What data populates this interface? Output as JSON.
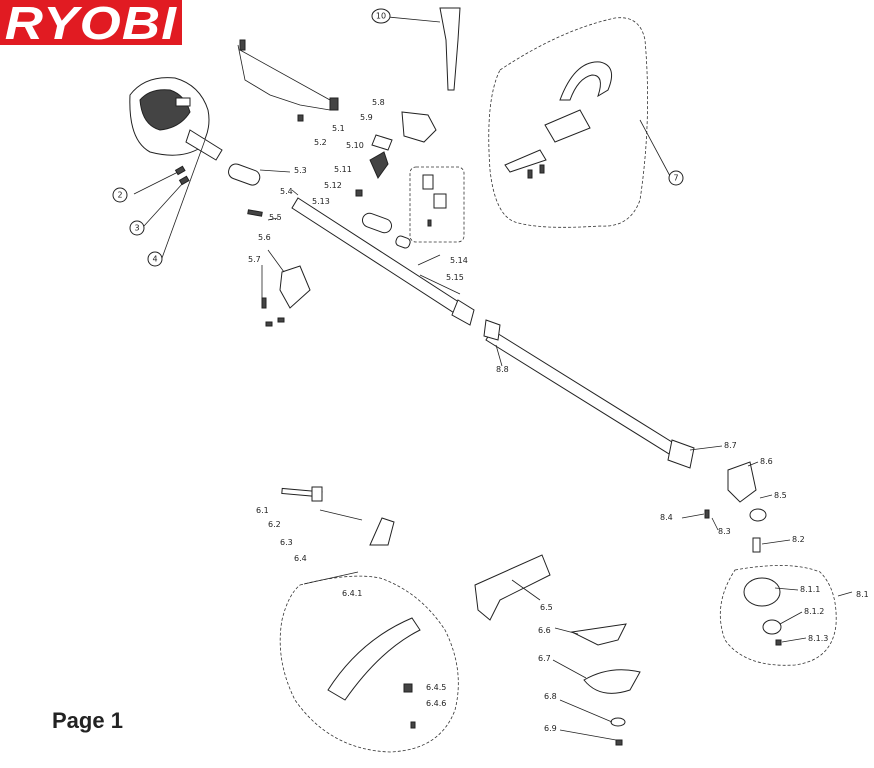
{
  "brand": {
    "logo_text": "RYOBI",
    "logo_color": "#e11b22"
  },
  "page_label": "Page 1",
  "callouts": {
    "c2": "2",
    "c3": "3",
    "c4": "4",
    "c7": "7",
    "c10": "10"
  },
  "labels": {
    "l51": "5.1",
    "l52": "5.2",
    "l53": "5.3",
    "l54": "5.4",
    "l55": "5.5",
    "l56": "5.6",
    "l57": "5.7",
    "l58": "5.8",
    "l59": "5.9",
    "l510": "5.10",
    "l511": "5.11",
    "l512": "5.12",
    "l513": "5.13",
    "l514": "5.14",
    "l515": "5.15",
    "l61": "6.1",
    "l62": "6.2",
    "l63": "6.3",
    "l64": "6.4",
    "l641": "6.4.1",
    "l645": "6.4.5",
    "l646": "6.4.6",
    "l65": "6.5",
    "l66": "6.6",
    "l67": "6.7",
    "l68": "6.8",
    "l69": "6.9",
    "l81": "8.1",
    "l811": "8.1.1",
    "l812": "8.1.2",
    "l813": "8.1.3",
    "l82": "8.2",
    "l83": "8.3",
    "l84": "8.4",
    "l85": "8.5",
    "l86": "8.6",
    "l87": "8.7",
    "l88": "8.8"
  }
}
